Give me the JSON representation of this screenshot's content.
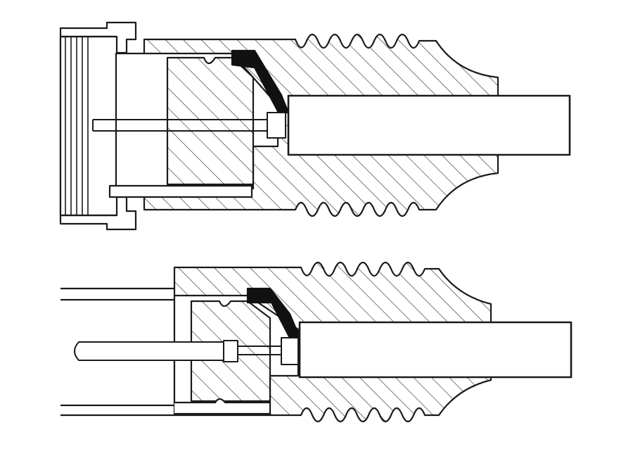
{
  "diagram": {
    "kind": "connector cross-section drawing",
    "views": [
      {
        "name": "female-f-connector-section",
        "mount": "threaded-nut"
      },
      {
        "name": "male-pin-connector-section",
        "mount": "sleeve-with-pin"
      }
    ]
  },
  "colors": {
    "background": "#ffffff",
    "stroke": "#1a1a1a",
    "hatch": "#333333",
    "seal": "#111111",
    "cable": "#ffffff"
  }
}
